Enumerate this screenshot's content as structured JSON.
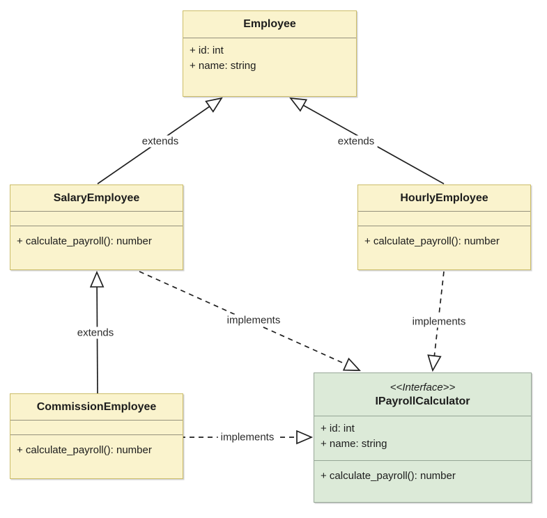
{
  "diagram_type": "uml-class-diagram",
  "colors": {
    "class_fill": "#faf3cd",
    "class_border": "#ccbd68",
    "interface_fill": "#dcead8",
    "interface_border": "#97a797",
    "line_color": "#1f1f1f",
    "label_color": "#2b2b2b",
    "background": "#ffffff"
  },
  "classes": {
    "employee": {
      "name": "Employee",
      "attributes": [
        "+ id: int",
        "+ name: string"
      ],
      "methods": []
    },
    "salary_employee": {
      "name": "SalaryEmployee",
      "attributes": [],
      "methods": [
        "+ calculate_payroll(): number"
      ]
    },
    "hourly_employee": {
      "name": "HourlyEmployee",
      "attributes": [],
      "methods": [
        "+ calculate_payroll(): number"
      ]
    },
    "commission_employee": {
      "name": "CommissionEmployee",
      "attributes": [],
      "methods": [
        "+ calculate_payroll(): number"
      ]
    },
    "ipayroll_calculator": {
      "stereotype": "<<Interface>>",
      "name": "IPayrollCalculator",
      "attributes": [
        "+ id: int",
        "+ name: string"
      ],
      "methods": [
        "+ calculate_payroll(): number"
      ]
    }
  },
  "edges": {
    "salary_extends_employee": {
      "label": "extends",
      "type": "inheritance",
      "style": "solid"
    },
    "hourly_extends_employee": {
      "label": "extends",
      "type": "inheritance",
      "style": "solid"
    },
    "commission_extends_salary": {
      "label": "extends",
      "type": "inheritance",
      "style": "solid"
    },
    "salary_implements_ipayroll": {
      "label": "implements",
      "type": "realization",
      "style": "dashed"
    },
    "hourly_implements_ipayroll": {
      "label": "implements",
      "type": "realization",
      "style": "dashed"
    },
    "commission_implements_ipayroll": {
      "label": "implements",
      "type": "realization",
      "style": "dashed"
    }
  }
}
